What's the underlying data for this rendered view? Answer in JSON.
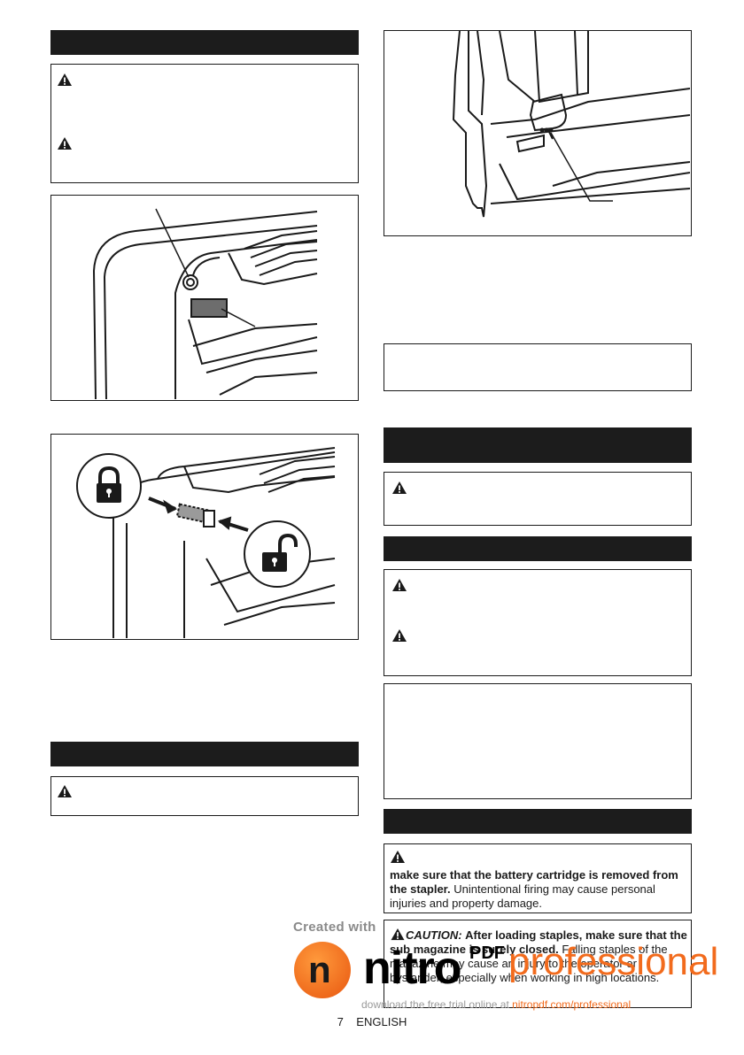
{
  "warning_icon": "warning-triangle-icon",
  "lock_icon": "padlock-closed-icon",
  "unlock_icon": "padlock-open-icon",
  "colors": {
    "bar": "#1c1c1c",
    "text": "#1a1a1a",
    "brand_orange": "#f26b1d"
  },
  "right_column": {
    "caution_staples_text": "CAUTION:",
    "caution_staples_bold": "After loading staples, make sure that the sub magazine is surely closed.",
    "caution_staples_rest": "Falling staples of the magazine may cause an injury to the operator or bystander, especially when working in high locations.",
    "warning_remove_battery_bold": "make sure that the battery cartridge is removed from the stapler.",
    "warning_remove_battery_rest": "Unintentional firing may cause personal injuries and property damage."
  },
  "footer": {
    "page_label": "7    ENGLISH"
  },
  "watermark": {
    "created_with": "Created with",
    "brand": "nitro",
    "pdf": "PDF",
    "edition": "professional",
    "download_text": "download the free trial online at",
    "download_url": "nitropdf.com/professional"
  }
}
